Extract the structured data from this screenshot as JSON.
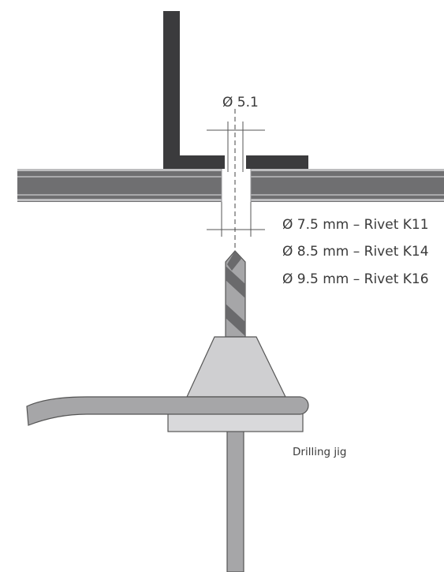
{
  "labels": {
    "hole_diameter": "Ø 5.1",
    "rivet_options": [
      "Ø 7.5 mm – Rivet K11",
      "Ø 8.5 mm – Rivet K14",
      "Ø 9.5 mm – Rivet K16"
    ],
    "jig": "Drilling jig"
  }
}
